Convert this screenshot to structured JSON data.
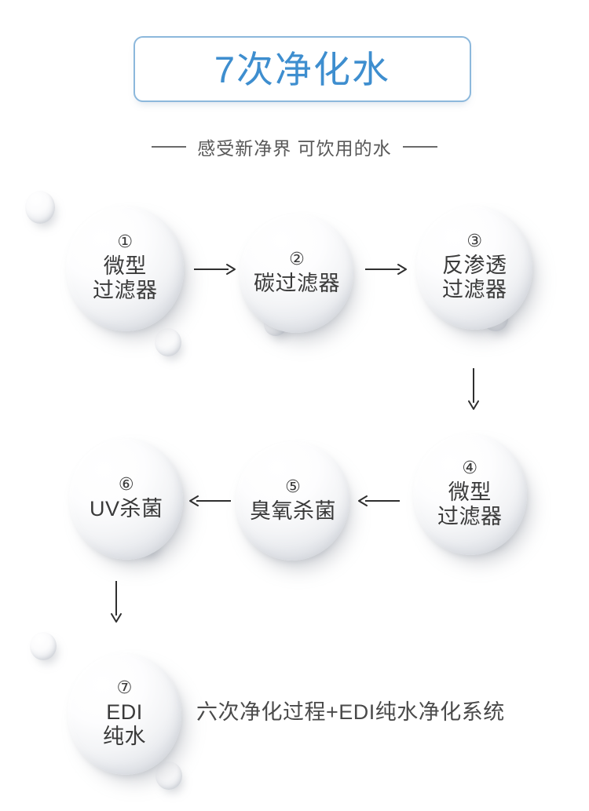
{
  "header": {
    "title": "7次净化水",
    "title_color": "#3e8ecf",
    "border_color": "#8cb8dc",
    "subtitle": "感受新净界 可饮用的水"
  },
  "steps": [
    {
      "num": "①",
      "line1": "微型",
      "line2": "过滤器"
    },
    {
      "num": "②",
      "line1": "碳过滤器",
      "line2": ""
    },
    {
      "num": "③",
      "line1": "反渗透",
      "line2": "过滤器"
    },
    {
      "num": "④",
      "line1": "微型",
      "line2": "过滤器"
    },
    {
      "num": "⑤",
      "line1": "臭氧杀菌",
      "line2": ""
    },
    {
      "num": "⑥",
      "line1": "UV杀菌",
      "line2": ""
    },
    {
      "num": "⑦",
      "line1": "EDI",
      "line2": "纯水"
    }
  ],
  "footer": {
    "caption": "六次净化过程+EDI纯水净化系统"
  }
}
